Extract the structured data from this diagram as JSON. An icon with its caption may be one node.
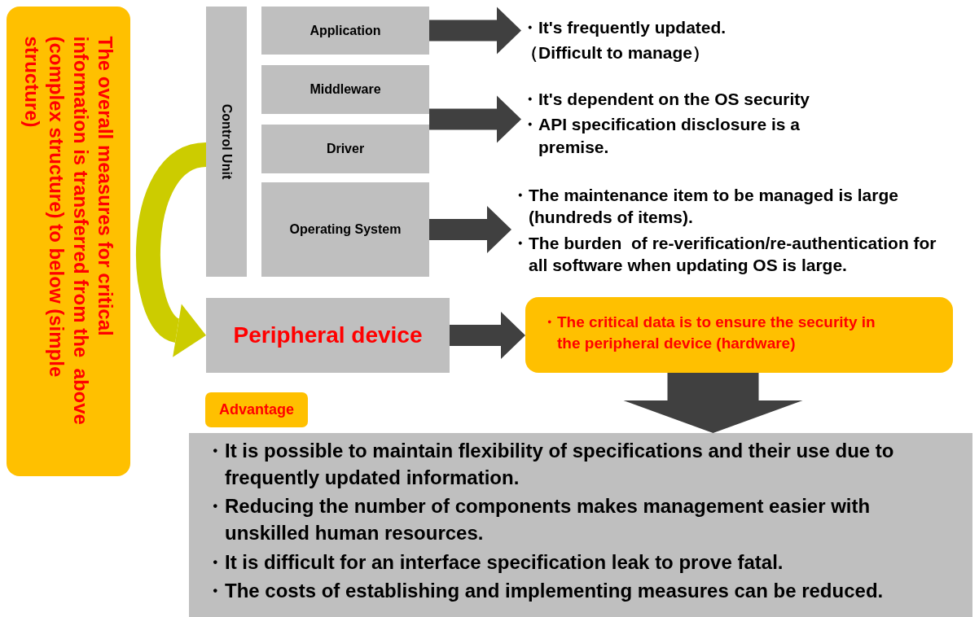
{
  "diagram": {
    "nodes": [
      {
        "text": [
          "The overall measures for critical information is transferred from the  above (complex structure) to below (simple structure)"
        ]
      },
      {
        "text": [
          "Control Unit"
        ]
      },
      {
        "text": [
          "Application"
        ]
      },
      {
        "text": [
          "Middleware"
        ]
      },
      {
        "text": [
          "Driver"
        ]
      },
      {
        "text": [
          "Operating System"
        ]
      },
      {
        "text": [
          "Peripheral device"
        ]
      },
      {
        "text": [
          "・It's frequently updated.",
          "（Difficult to manage）"
        ]
      },
      {
        "text": [
          "・It's dependent on the OS security",
          "・API specification disclosure is a premise."
        ]
      },
      {
        "text": [
          "・The maintenance item to be managed is large (hundreds of items).",
          "・The burden  of re-verification/re-authentication for all software when updating OS is large."
        ]
      },
      {
        "text": [
          "・The critical data is to ensure the security in the peripheral device (hardware)"
        ]
      },
      {
        "text": [
          "Advantage"
        ]
      },
      {
        "text": [
          "・It is possible to maintain flexibility of specifications and their use due to frequently updated information.",
          "・Reducing the number of components makes management easier with unskilled human resources.",
          "・It is difficult for an interface specification leak to prove fatal.",
          "・The costs of establishing and implementing measures can be reduced."
        ]
      }
    ],
    "edges": [
      {
        "from": 1,
        "to": 6,
        "arrow": "to",
        "color": "#cccc00"
      },
      {
        "from": 2,
        "to": 7,
        "arrow": "to"
      },
      {
        "from": 3,
        "to": 8,
        "arrow": "to"
      },
      {
        "from": 4,
        "to": 8,
        "arrow": "to"
      },
      {
        "from": 5,
        "to": 9,
        "arrow": "to"
      },
      {
        "from": 6,
        "to": 10,
        "arrow": "to"
      },
      {
        "from": 10,
        "to": 12,
        "arrow": "to",
        "style": "thick"
      }
    ]
  }
}
